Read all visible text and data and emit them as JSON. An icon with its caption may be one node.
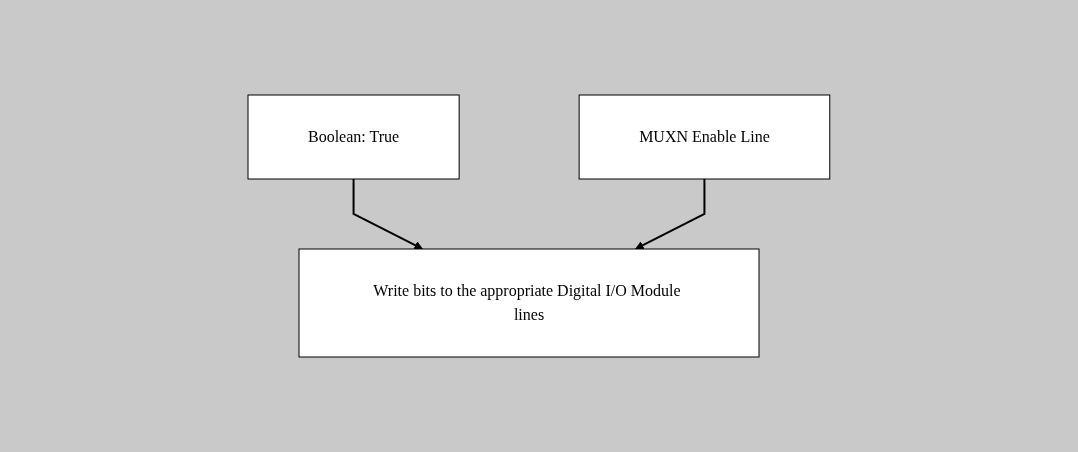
{
  "diagram": {
    "nodes": [
      {
        "text": [
          "Boolean: True"
        ]
      },
      {
        "text": [
          "MUXN Enable Line"
        ]
      },
      {
        "text": [
          "Write bits to the appropriate Digital I/O Module lines"
        ]
      }
    ],
    "edges": [
      {
        "from": 0,
        "to": 2,
        "arrow": "to"
      },
      {
        "from": 1,
        "to": 2,
        "arrow": "to"
      }
    ]
  }
}
